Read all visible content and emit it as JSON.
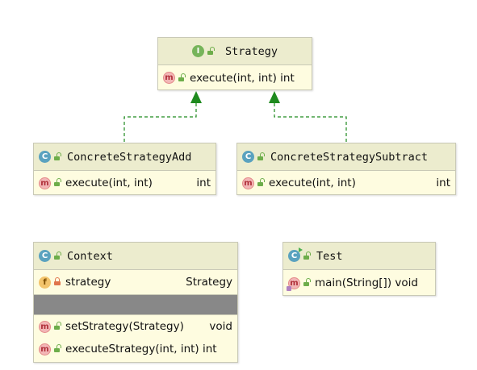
{
  "strategy": {
    "badge": "I",
    "name": "Strategy",
    "methods": [
      {
        "badge": "m",
        "signature": "execute(int, int) int",
        "type": ""
      }
    ]
  },
  "add": {
    "badge": "C",
    "name": "ConcreteStrategyAdd",
    "methods": [
      {
        "badge": "m",
        "signature": "execute(int, int)",
        "type": "int"
      }
    ]
  },
  "subtract": {
    "badge": "C",
    "name": "ConcreteStrategySubtract",
    "methods": [
      {
        "badge": "m",
        "signature": "execute(int, int)",
        "type": "int"
      }
    ]
  },
  "context": {
    "badge": "C",
    "name": "Context",
    "fields": [
      {
        "badge": "f",
        "name": "strategy",
        "type": "Strategy"
      }
    ],
    "methods": [
      {
        "badge": "m",
        "signature": "setStrategy(Strategy)",
        "type": "void"
      },
      {
        "badge": "m",
        "signature": "executeStrategy(int, int) int",
        "type": ""
      }
    ]
  },
  "test": {
    "badge": "C",
    "name": "Test",
    "methods": [
      {
        "badge": "m",
        "signature": "main(String[]) void",
        "type": ""
      }
    ]
  },
  "colors": {
    "arrow": "#1e8a1e",
    "box_bg": "#fefce0",
    "header_bg": "#ececce"
  }
}
